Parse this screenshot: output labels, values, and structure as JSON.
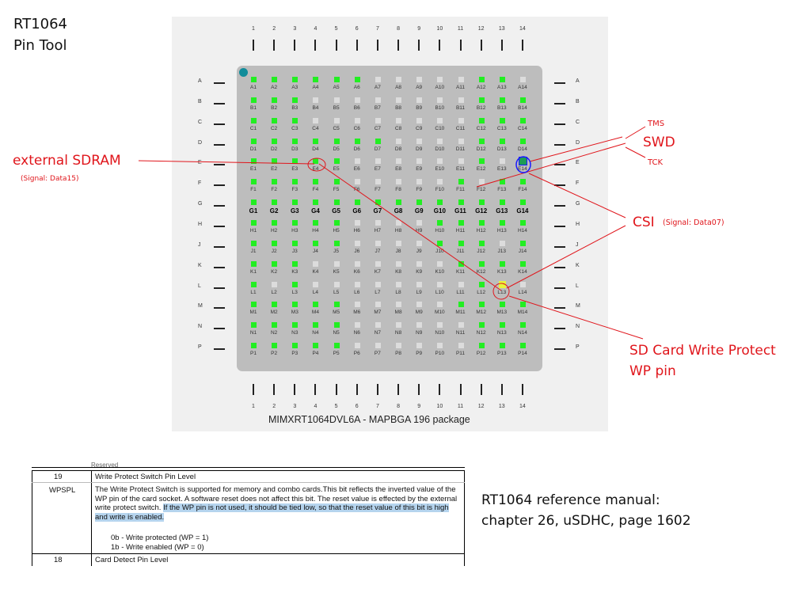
{
  "tool_title_line1": "RT1064",
  "tool_title_line2": "Pin Tool",
  "package_caption": "MIMXRT1064DVL6A - MAPBGA 196 package",
  "columns": [
    "1",
    "2",
    "3",
    "4",
    "5",
    "6",
    "7",
    "8",
    "9",
    "10",
    "11",
    "12",
    "13",
    "14"
  ],
  "rows": [
    "A",
    "B",
    "C",
    "D",
    "E",
    "F",
    "G",
    "H",
    "J",
    "K",
    "L",
    "M",
    "N",
    "P"
  ],
  "pin_map": [
    "ggggggwwwwwggw",
    "gggwwwwwwwwggg",
    "gggwwwwwwwwggg",
    "gggggggwwwwggg",
    "gggggwwwwwwgws",
    "gggggwwwwwgwgg",
    "gggggggggggggg",
    "gggggwwwwggggg",
    "gggggwwwwgggwg",
    "gggwwwwwwwgggg",
    "gwgwwwwwwwwgyw",
    "gggggwwwwwgggg",
    "gggggwwwwwwggg",
    "gggggwwwwwwggg"
  ],
  "pin_colors": {
    "g": "#22ee22",
    "w": "#dcdcdc",
    "s": "#1d9c54",
    "y": "#e8f53a"
  },
  "annotations": {
    "sdram_label": "external SDRAM",
    "sdram_signal": "(Signal: Data15)",
    "tms": "TMS",
    "swd": "SWD",
    "tck": "TCK",
    "csi": "CSI",
    "csi_signal": "(Signal: Data07)",
    "sd_wp_line1": "SD Card Write Protect",
    "sd_wp_line2": "WP pin"
  },
  "doc": {
    "cut_top": "Reserved",
    "bit": "19",
    "field": "WPSPL",
    "heading": "Write Protect Switch Pin Level",
    "desc_plain": "The Write Protect Switch is supported for memory and combo cards.This bit reflects the inverted value of the WP pin of the card socket. A software reset does not affect this bit. The reset value is effected by the external write protect switch.",
    "desc_highlight": "If the WP pin is not used, it should be tied low, so that the reset value of this bit is high and write is enabled.",
    "opt0": "0b - Write protected (WP = 1)",
    "opt1": "1b - Write enabled (WP = 0)",
    "next_bit": "18",
    "next_heading": "Card Detect Pin Level"
  },
  "ref_line1": "RT1064 reference manual:",
  "ref_line2": "chapter 26, uSDHC, page 1602"
}
